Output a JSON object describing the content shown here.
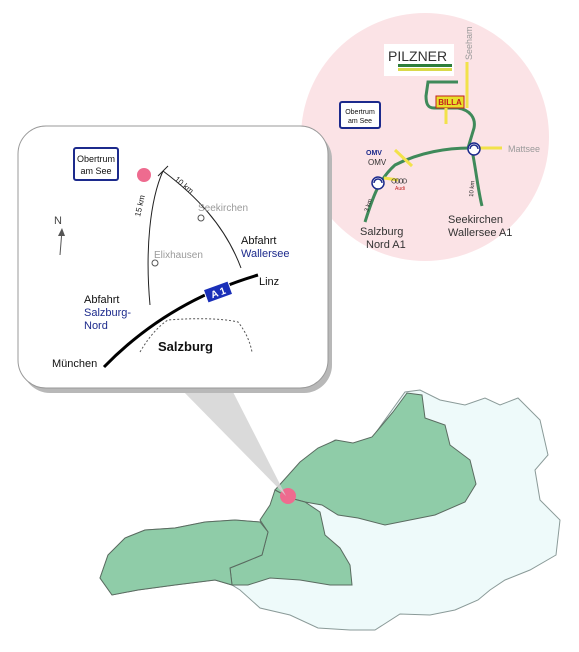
{
  "colors": {
    "province_fill": "#8fcca8",
    "province_stroke": "#5a6b60",
    "austria_fill": "#eefafa",
    "circle_fill": "#fbe3e6",
    "marker": "#ee6b8f",
    "road_main": "#3f8a5a",
    "road_branch": "#f2e24a",
    "a1_blue": "#1a2fb8",
    "label_blue": "#1c2a8c",
    "grey_label": "#9a9a9a"
  },
  "detail_map": {
    "obertrum_sign": [
      "Obertrum",
      "am See"
    ],
    "distance_15": "15 km",
    "distance_10": "10 km",
    "north": "N",
    "seekirchen": "Seekirchen",
    "elixhausen": "Elixhausen",
    "abfahrt_wallersee": [
      "Abfahrt",
      "Wallersee"
    ],
    "abfahrt_nord": [
      "Abfahrt",
      "Salzburg-",
      "Nord"
    ],
    "linz": "Linz",
    "a1": "A 1",
    "salzburg": "Salzburg",
    "muenchen": "München"
  },
  "circle_map": {
    "pilzner_logo": "PILZNER",
    "seeham": "Seeham",
    "billa": "BILLA",
    "obertrum_sign": [
      "Obertrum",
      "am See"
    ],
    "omv": "OMV",
    "omv_label": "OMV",
    "audi": "Audi",
    "mattsee": "Mattsee",
    "km_3": "3 km",
    "km_10": "10 km",
    "salzburg_nord": [
      "Salzburg",
      "Nord A1"
    ],
    "seekirchen_wallersee": [
      "Seekirchen",
      "Wallersee A1"
    ]
  }
}
